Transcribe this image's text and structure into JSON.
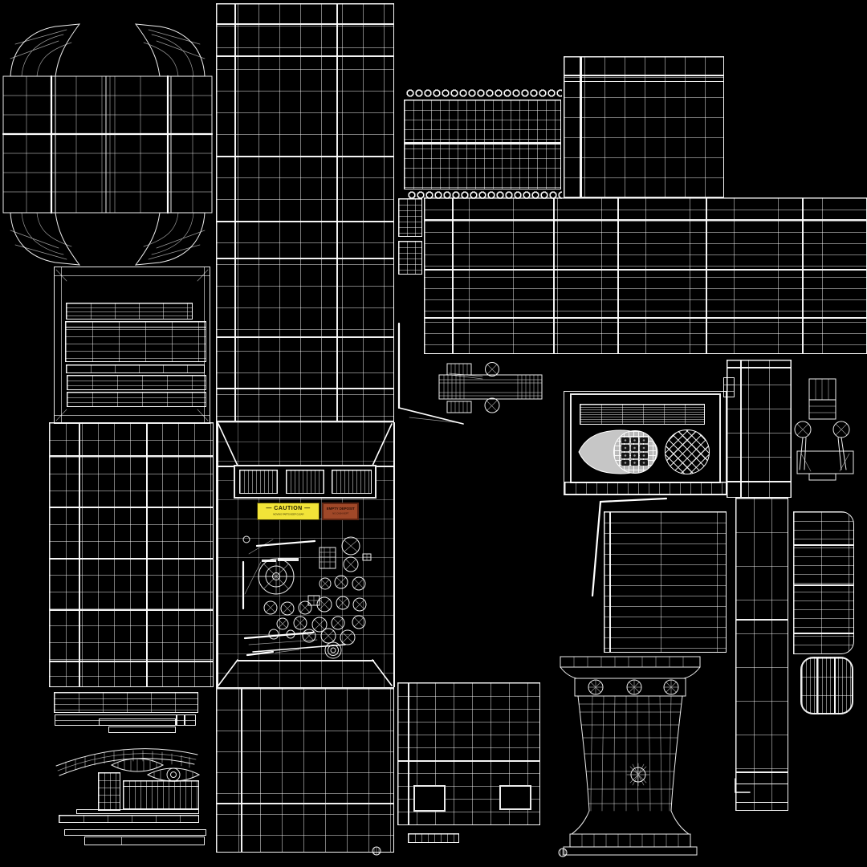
{
  "title": "uv-wireframe-texture-atlas",
  "colors": {
    "page-bg": "#000000",
    "wire": "#ffffff",
    "plate-gray": "#c6c6c6",
    "label-caution-bg": "#f2e438",
    "label-caution-border": "#403a00",
    "label-caution-text": "#201c00",
    "label-deposit-bg": "#a04828",
    "label-deposit-border": "#5f2513",
    "label-deposit-text": "#2a0e04"
  },
  "labels": {
    "caution_title": "— CAUTION —",
    "caution_subtitle": "MOVING PARTS KEEP CLEAR",
    "deposit_line1": "EMPTY DEPOSIT",
    "deposit_line2": "NO CASH KEPT"
  }
}
